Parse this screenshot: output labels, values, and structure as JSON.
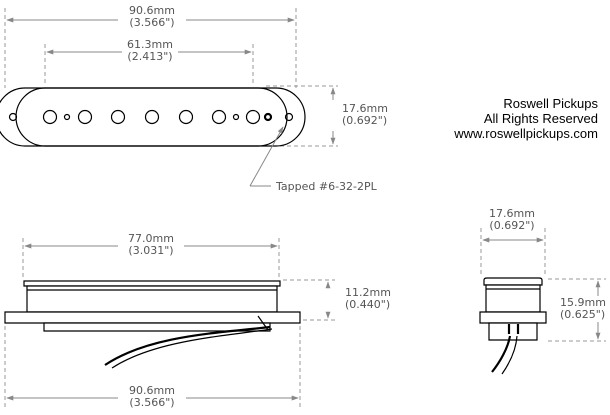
{
  "top_view": {
    "overall_length": {
      "mm": "90.6mm",
      "in": "(3.566\")"
    },
    "pole_span": {
      "mm": "61.3mm",
      "in": "(2.413\")"
    },
    "width": {
      "mm": "17.6mm",
      "in": "(0.692\")"
    },
    "tap_note": "Tapped #6-32-2PL"
  },
  "side_view": {
    "cover_length": {
      "mm": "77.0mm",
      "in": "(3.031\")"
    },
    "height": {
      "mm": "11.2mm",
      "in": "(0.440\")"
    },
    "base_length": {
      "mm": "90.6mm",
      "in": "(3.566\")"
    }
  },
  "end_view": {
    "width": {
      "mm": "17.6mm",
      "in": "(0.692\")"
    },
    "height": {
      "mm": "15.9mm",
      "in": "(0.625\")"
    }
  },
  "brand": {
    "name": "Roswell Pickups",
    "rights": "All Rights Reserved",
    "url": "www.roswellpickups.com"
  }
}
